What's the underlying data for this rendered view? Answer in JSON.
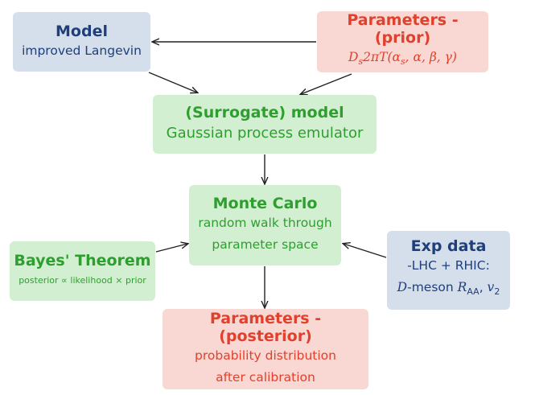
{
  "model": {
    "title": "Model",
    "subtitle": "improved Langevin"
  },
  "prior": {
    "title": "Parameters - (prior)",
    "formula_prefix": "D",
    "formula_sub": "s",
    "formula_body": "2πT(α",
    "formula_sub2": "s",
    "formula_tail": ", α, β, γ)"
  },
  "surrogate": {
    "title": "(Surrogate) model",
    "subtitle": "Gaussian process emulator"
  },
  "monte_carlo": {
    "title": "Monte Carlo",
    "line1": "random walk through",
    "line2": "parameter space"
  },
  "bayes": {
    "title": "Bayes' Theorem",
    "formula": "posterior ∝ likelihood × prior"
  },
  "exp_data": {
    "title": "Exp data",
    "line1": "-LHC + RHIC:",
    "line2_italic": "D",
    "line2_text": "-meson ",
    "line2_R": "R",
    "line2_sub": "AA",
    "line2_sep": ", ",
    "line2_v": "v",
    "line2_vsub": "2"
  },
  "posterior": {
    "title": "Parameters - (posterior)",
    "line1": "probability distribution",
    "line2": "after calibration"
  },
  "colors": {
    "blue_box": "#d5dfec",
    "red_box": "#f9d7d3",
    "green_box": "#d3efd2",
    "blue_text": "#1e3f7a",
    "red_text": "#e1412c",
    "green_text": "#2e9e2e"
  }
}
